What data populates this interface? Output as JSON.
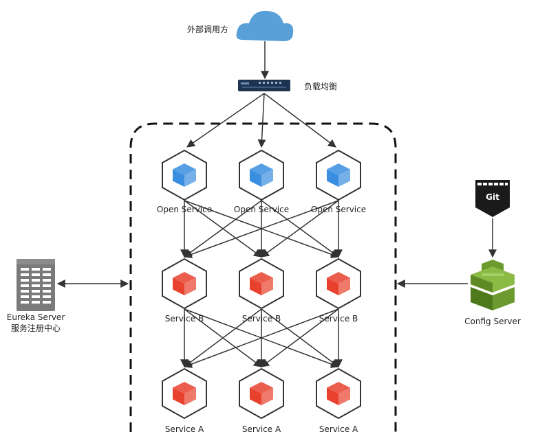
{
  "external_caller": {
    "label": "外部调用方",
    "icon": "cloud-icon",
    "color": "#5aa0d8"
  },
  "load_balancer": {
    "label": "负载均衡",
    "icon": "load-balancer-icon",
    "color": "#1e3350"
  },
  "open_services": {
    "label": "Open Service",
    "icon": "blue-cube-icon",
    "color": "#3a8ee0",
    "count": 3
  },
  "service_b": {
    "label": "Service B",
    "icon": "red-cube-icon",
    "color": "#e8412e",
    "count": 3
  },
  "service_a": {
    "label": "Service A",
    "icon": "red-cube-icon",
    "color": "#e8412e",
    "count": 3
  },
  "eureka": {
    "label_line1": "Eureka Server",
    "label_line2": "服务注册中心",
    "icon": "server-rack-icon",
    "color": "#7a7a7a"
  },
  "git": {
    "label": "Git",
    "icon": "git-badge-icon",
    "color": "#1a1a1a"
  },
  "config_server": {
    "label": "Config Server",
    "icon": "config-server-icon",
    "color": "#6c9a2e"
  }
}
